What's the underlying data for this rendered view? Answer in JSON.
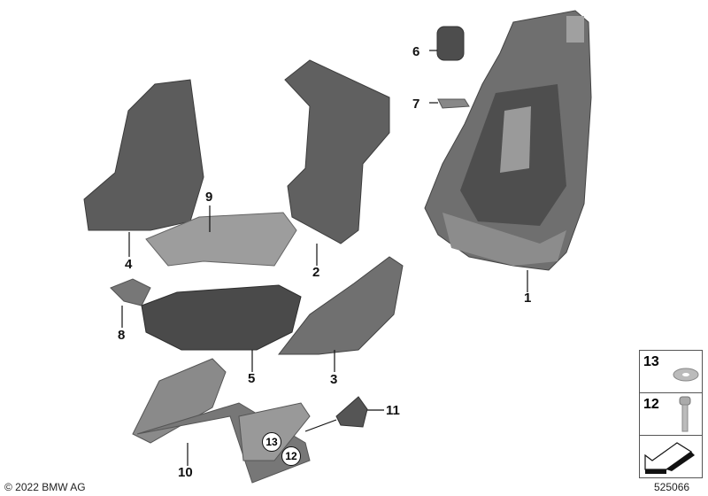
{
  "callouts": {
    "p1": "1",
    "p2": "2",
    "p3": "3",
    "p4": "4",
    "p5": "5",
    "p6": "6",
    "p7": "7",
    "p8": "8",
    "p9": "9",
    "p10": "10",
    "p11": "11",
    "p12": "12",
    "p13": "13"
  },
  "legend": {
    "items": [
      {
        "number": "13",
        "icon": "washer-icon"
      },
      {
        "number": "12",
        "icon": "screw-icon"
      },
      {
        "number": "",
        "icon": "arrow-icon"
      }
    ]
  },
  "footer": {
    "copyright": "© 2022 BMW AG",
    "diagram_id": "525066"
  },
  "colors": {
    "part_dark": "#5a5a5a",
    "part_mid": "#8a8a8a",
    "part_light": "#b8b8b8",
    "label": "#111111"
  }
}
